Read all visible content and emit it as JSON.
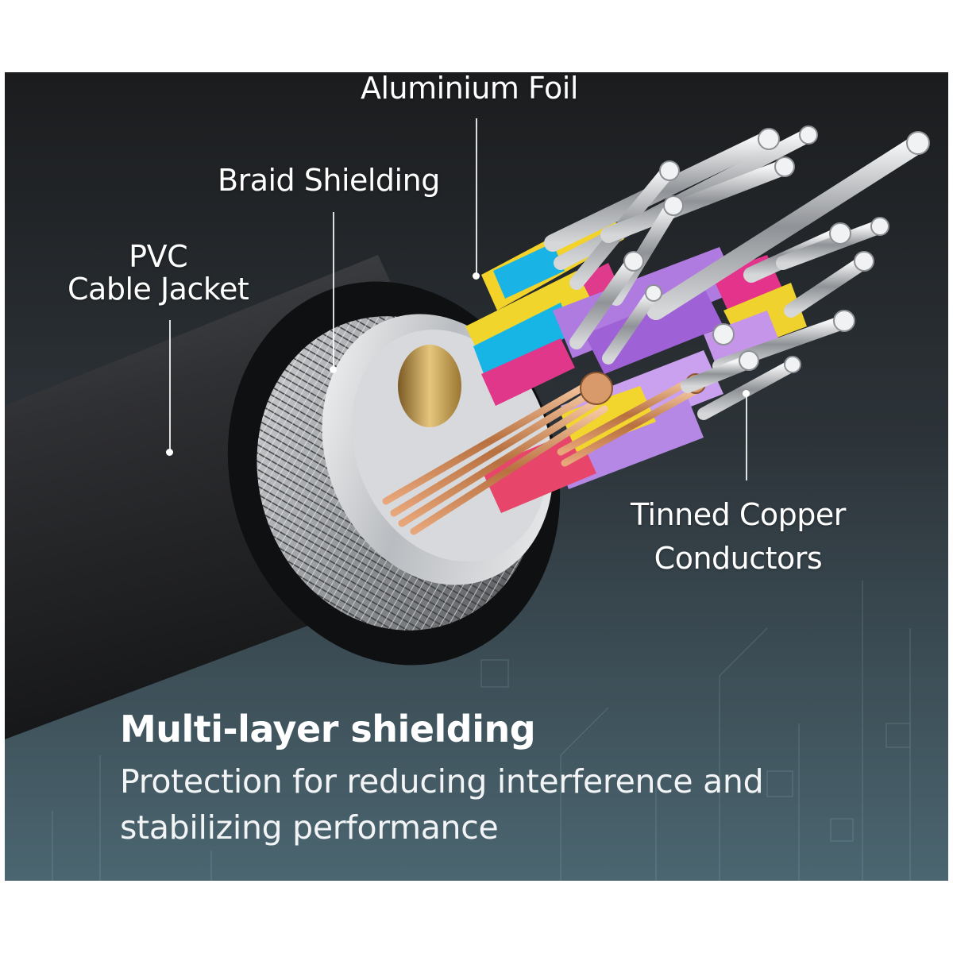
{
  "labels": {
    "aluminium_foil": "Aluminium Foil",
    "braid_shielding": "Braid Shielding",
    "pvc_line1": "PVC",
    "pvc_line2": "Cable Jacket",
    "tinned_line1": "Tinned Copper",
    "tinned_line2": "Conductors"
  },
  "headline": "Multi-layer shielding",
  "description": "Protection for reducing interference and stabilizing performance",
  "colors": {
    "background_top": "#1c1e20",
    "background_bottom": "#4a6470",
    "jacket": "#2c2d2f",
    "text": "#ffffff"
  }
}
